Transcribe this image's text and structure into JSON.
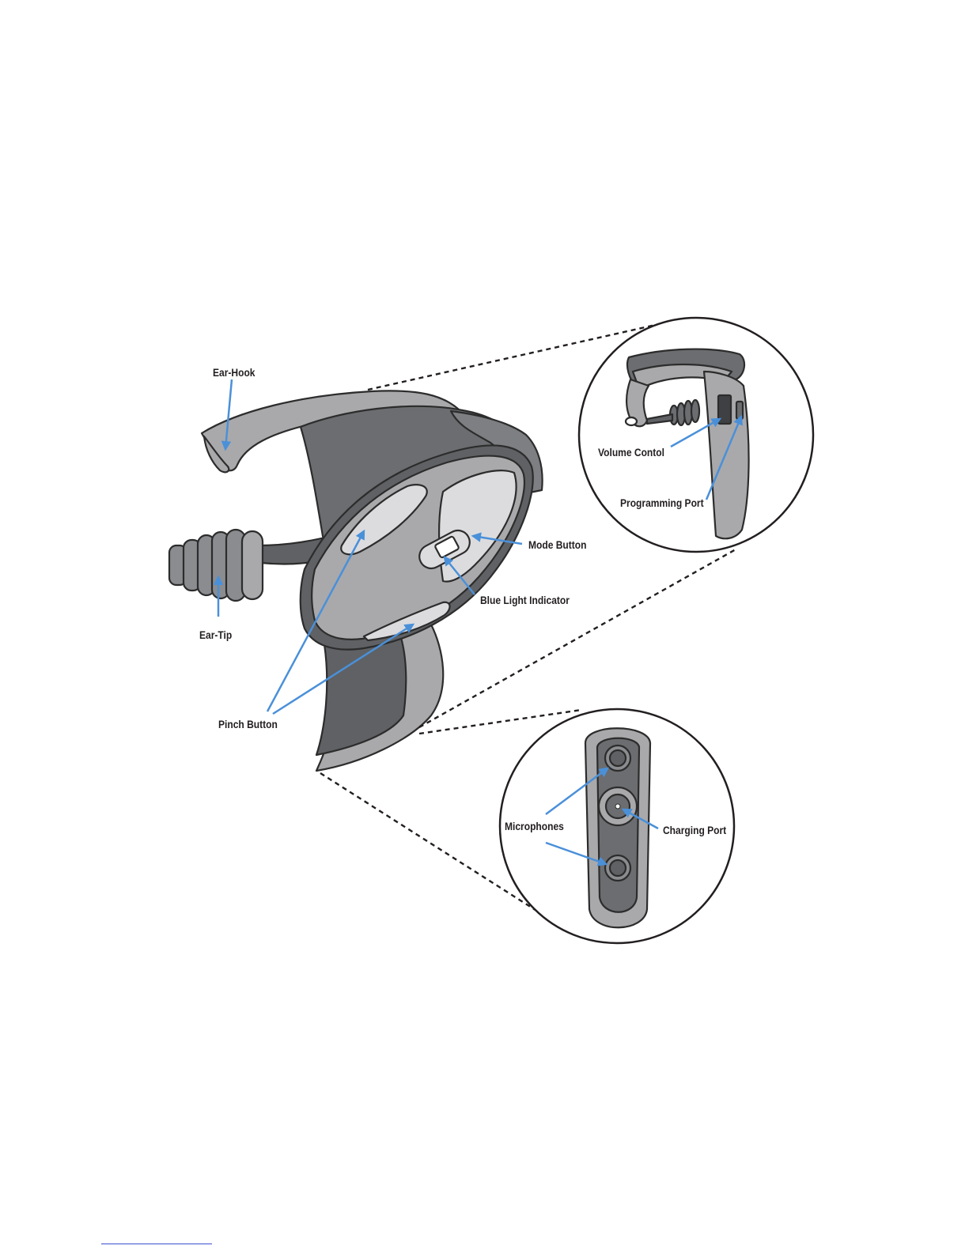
{
  "labels": {
    "ear_hook": "Ear-Hook",
    "ear_tip": "Ear-Tip",
    "pinch_button": "Pinch Button",
    "mode_button": "Mode Button",
    "blue_light_indicator": "Blue Light Indicator",
    "volume_control": "Volume Contol",
    "programming_port": "Programming Port",
    "microphones": "Microphones",
    "charging_port": "Charging Port"
  },
  "colors": {
    "arrow": "#4a90d9",
    "body_light": "#a9a9ab",
    "body_dark": "#6b6d70",
    "button_light": "#dcdcde"
  }
}
